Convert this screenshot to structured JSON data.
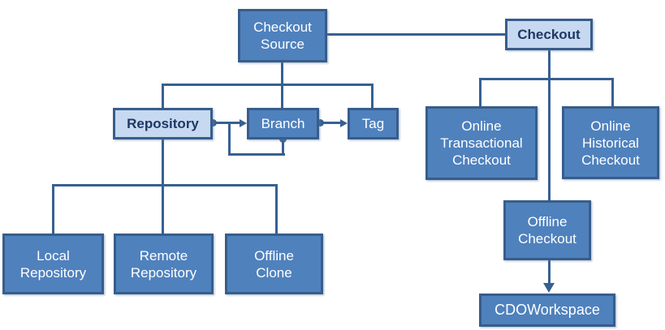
{
  "colors": {
    "node_fill": "#4f81bd",
    "node_border": "#385d8a",
    "node_text": "#ffffff",
    "highlight_fill": "#c6d9f1",
    "highlight_text": "#1f3864",
    "connector": "#376092",
    "background": "#ffffff"
  },
  "nodes": {
    "checkout_source": {
      "label": "Checkout\nSource"
    },
    "checkout": {
      "label": "Checkout"
    },
    "repository": {
      "label": "Repository"
    },
    "branch": {
      "label": "Branch"
    },
    "tag": {
      "label": "Tag"
    },
    "online_transactional_checkout": {
      "label": "Online\nTransactional\nCheckout"
    },
    "online_historical_checkout": {
      "label": "Online\nHistorical\nCheckout"
    },
    "local_repository": {
      "label": "Local\nRepository"
    },
    "remote_repository": {
      "label": "Remote\nRepository"
    },
    "offline_clone": {
      "label": "Offline\nClone"
    },
    "offline_checkout": {
      "label": "Offline\nCheckout"
    },
    "cdo_workspace": {
      "label": "CDOWorkspace"
    }
  },
  "edges": [
    {
      "from": "checkout_source",
      "to": "checkout",
      "style": "line"
    },
    {
      "from": "checkout_source",
      "to": "repository",
      "style": "tree"
    },
    {
      "from": "checkout_source",
      "to": "branch",
      "style": "tree"
    },
    {
      "from": "checkout_source",
      "to": "tag",
      "style": "tree"
    },
    {
      "from": "repository",
      "to": "branch",
      "style": "dot-arrow"
    },
    {
      "from": "branch",
      "to": "tag",
      "style": "dot-arrow"
    },
    {
      "from": "branch",
      "to": "branch",
      "style": "self-loop-dot"
    },
    {
      "from": "repository",
      "to": "local_repository",
      "style": "tree"
    },
    {
      "from": "repository",
      "to": "remote_repository",
      "style": "tree"
    },
    {
      "from": "repository",
      "to": "offline_clone",
      "style": "tree"
    },
    {
      "from": "checkout",
      "to": "online_transactional_checkout",
      "style": "tree"
    },
    {
      "from": "checkout",
      "to": "online_historical_checkout",
      "style": "tree"
    },
    {
      "from": "checkout",
      "to": "offline_checkout",
      "style": "tree"
    },
    {
      "from": "offline_checkout",
      "to": "cdo_workspace",
      "style": "arrow"
    }
  ]
}
